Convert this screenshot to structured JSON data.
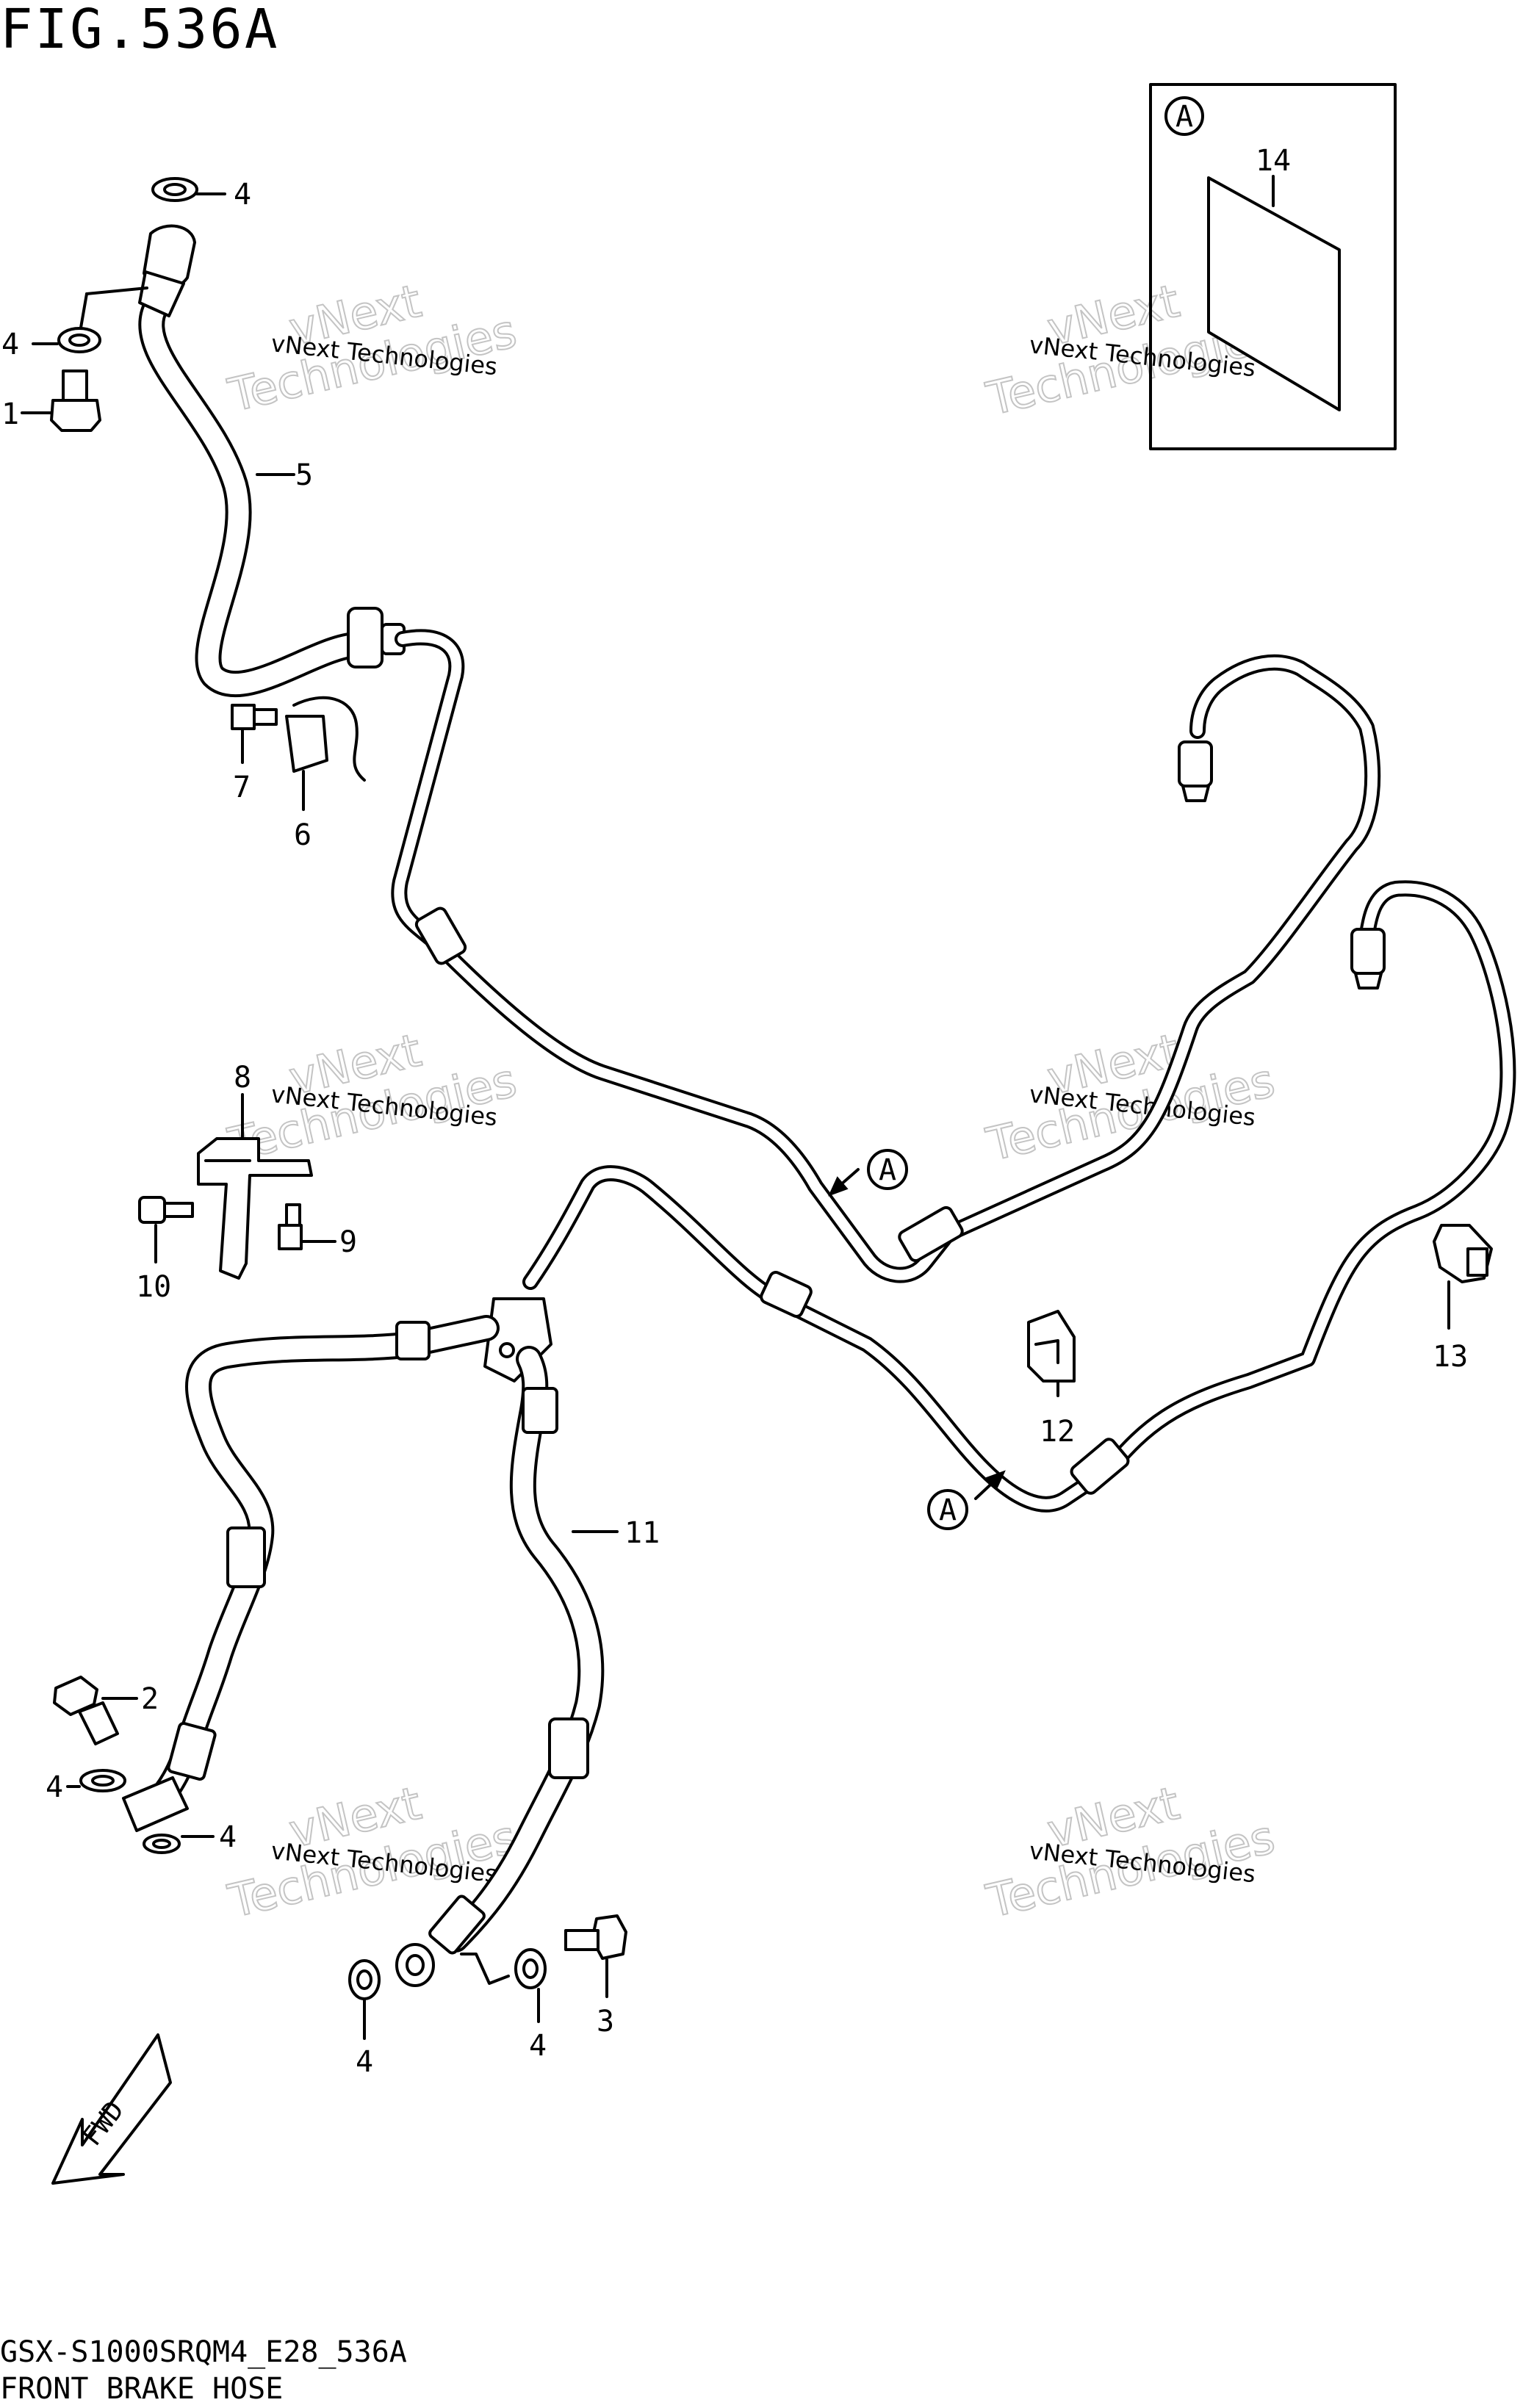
{
  "figure": {
    "title": "FIG.536A",
    "footer_code": "GSX-S1000SRQM4_E28_536A",
    "footer_name": "FRONT BRAKE HOSE"
  },
  "inset": {
    "ref_letter": "A",
    "part_number": "14"
  },
  "callouts": {
    "c1": "1",
    "c2": "2",
    "c3": "3",
    "c4a": "4",
    "c4b": "4",
    "c4c": "4",
    "c4d": "4",
    "c4e": "4",
    "c4f": "4",
    "c5": "5",
    "c6": "6",
    "c7": "7",
    "c8": "8",
    "c9": "9",
    "c10": "10",
    "c11": "11",
    "c12": "12",
    "c13": "13"
  },
  "markers": {
    "arrow_a_upper": "A",
    "arrow_a_lower": "A"
  },
  "direction_label": "FWD",
  "watermark": {
    "line1": "vNext Technologies",
    "line2": "vNext",
    "line3": "Technologies"
  },
  "colors": {
    "ink": "#000000",
    "paper": "#ffffff",
    "watermark": "#c4c4c4"
  }
}
